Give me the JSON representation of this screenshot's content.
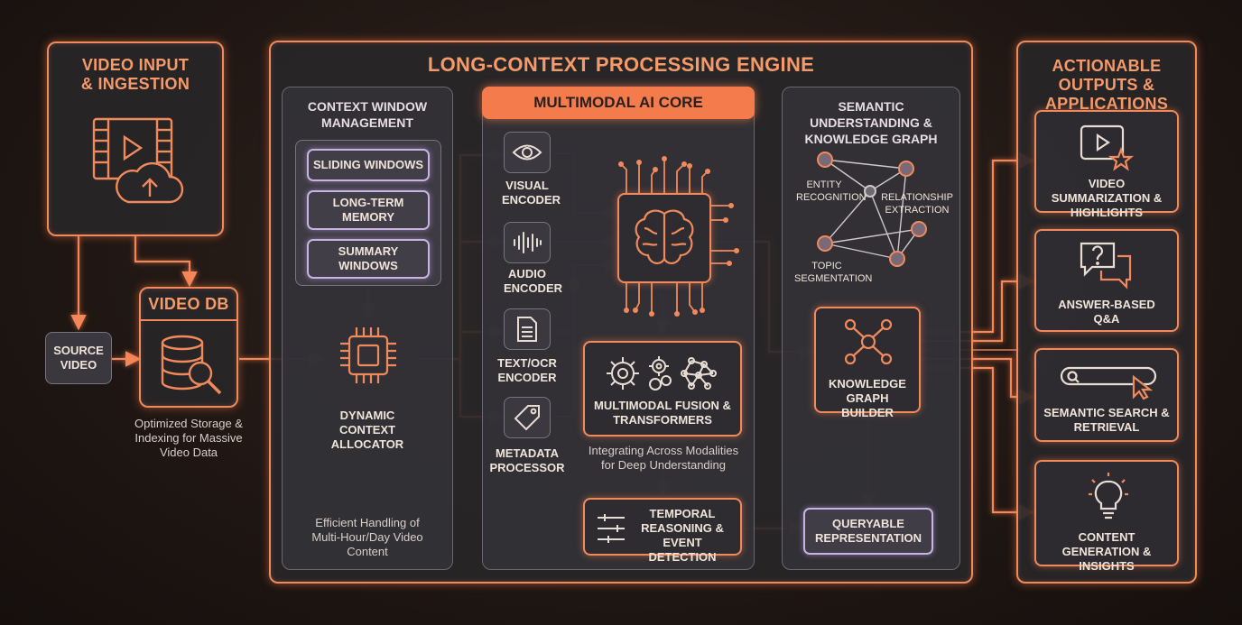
{
  "input": {
    "title": "VIDEO INPUT & INGESTION",
    "source_video": "SOURCE VIDEO",
    "video_db": "VIDEO DB",
    "db_note": "Optimized Storage & Indexing for Massive Video Data"
  },
  "engine": {
    "title": "LONG-CONTEXT PROCESSING ENGINE",
    "context": {
      "title": "CONTEXT WINDOW MANAGEMENT",
      "windows": [
        "SLIDING WINDOWS",
        "LONG-TERM MEMORY",
        "SUMMARY WINDOWS"
      ],
      "allocator": "DYNAMIC CONTEXT ALLOCATOR",
      "note": "Efficient Handling of Multi-Hour/Day Video Content"
    },
    "core": {
      "title": "MULTIMODAL AI CORE",
      "encoders": [
        "VISUAL ENCODER",
        "AUDIO ENCODER",
        "TEXT/OCR ENCODER",
        "METADATA PROCESSOR"
      ],
      "fusion": "MULTIMODAL FUSION & TRANSFORMERS",
      "fusion_note": "Integrating Across Modalities for Deep Understanding",
      "temporal": "TEMPORAL REASONING & EVENT DETECTION"
    },
    "semantic": {
      "title": "SEMANTIC UNDERSTANDING & KNOWLEDGE GRAPH",
      "entity": "ENTITY RECOGNITION",
      "relationship": "RELATIONSHIP EXTRACTION",
      "topic": "TOPIC SEGMENTATION",
      "builder": "KNOWLEDGE GRAPH BUILDER",
      "queryable": "QUERYABLE REPRESENTATION"
    }
  },
  "outputs": {
    "title": "ACTIONABLE OUTPUTS & APPLICATIONS",
    "items": [
      "VIDEO SUMMARIZATION & HIGHLIGHTS",
      "ANSWER-BASED Q&A",
      "SEMANTIC SEARCH & RETRIEVAL",
      "CONTENT GENERATION & INSIGHTS"
    ]
  },
  "icons": [
    "video-film-icon",
    "cloud-upload-icon",
    "database-search-icon",
    "chip-icon",
    "eye-icon",
    "audio-wave-icon",
    "document-icon",
    "tag-icon",
    "brain-chip-icon",
    "gears-icon",
    "sliders-icon",
    "graph-network-icon",
    "play-star-icon",
    "question-chat-icon",
    "search-cursor-icon",
    "lightbulb-icon"
  ],
  "colors": {
    "accent": "#f08a5d",
    "accent_fill": "#f47c4c",
    "lavender": "#c9b3e6",
    "background": "#1e1613"
  }
}
